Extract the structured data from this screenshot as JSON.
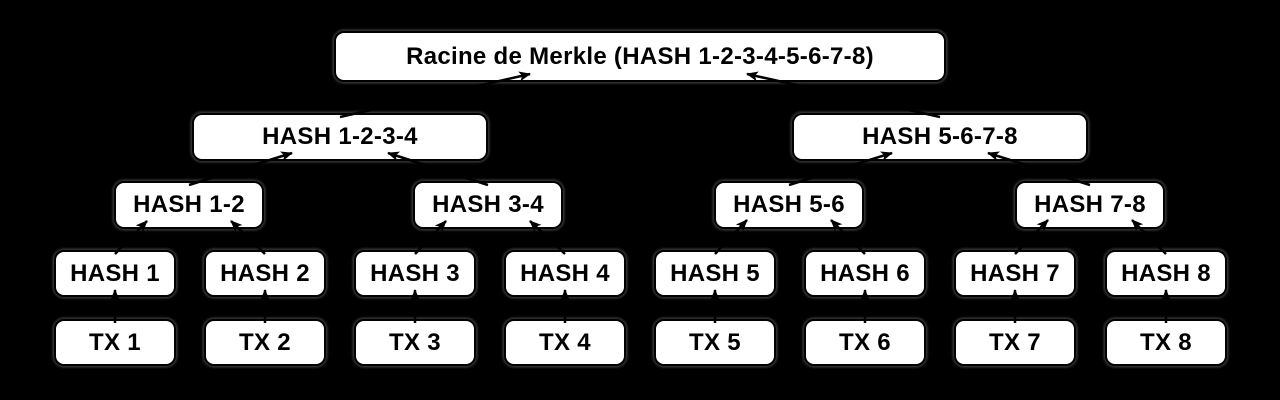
{
  "diagram": {
    "type": "merkle-tree",
    "language": "fr",
    "colors": {
      "background": "#000000",
      "node_fill": "#ffffff",
      "node_border": "#000000",
      "text": "#000000",
      "connector": "#000000"
    },
    "root": {
      "id": "root",
      "label": "Racine de Merkle (HASH 1-2-3-4-5-6-7-8)"
    },
    "level_2": [
      {
        "id": "hash-1-2-3-4",
        "label": "HASH 1-2-3-4"
      },
      {
        "id": "hash-5-6-7-8",
        "label": "HASH 5-6-7-8"
      }
    ],
    "level_3": [
      {
        "id": "hash-1-2",
        "label": "HASH 1-2"
      },
      {
        "id": "hash-3-4",
        "label": "HASH 3-4"
      },
      {
        "id": "hash-5-6",
        "label": "HASH 5-6"
      },
      {
        "id": "hash-7-8",
        "label": "HASH 7-8"
      }
    ],
    "level_4": [
      {
        "id": "hash-1",
        "label": "HASH 1"
      },
      {
        "id": "hash-2",
        "label": "HASH 2"
      },
      {
        "id": "hash-3",
        "label": "HASH 3"
      },
      {
        "id": "hash-4",
        "label": "HASH 4"
      },
      {
        "id": "hash-5",
        "label": "HASH 5"
      },
      {
        "id": "hash-6",
        "label": "HASH 6"
      },
      {
        "id": "hash-7",
        "label": "HASH 7"
      },
      {
        "id": "hash-8",
        "label": "HASH 8"
      }
    ],
    "level_5": [
      {
        "id": "tx-1",
        "label": "TX 1"
      },
      {
        "id": "tx-2",
        "label": "TX 2"
      },
      {
        "id": "tx-3",
        "label": "TX 3"
      },
      {
        "id": "tx-4",
        "label": "TX 4"
      },
      {
        "id": "tx-5",
        "label": "TX 5"
      },
      {
        "id": "tx-6",
        "label": "TX 6"
      },
      {
        "id": "tx-7",
        "label": "TX 7"
      },
      {
        "id": "tx-8",
        "label": "TX 8"
      }
    ],
    "edges": [
      [
        "hash-1-2-3-4",
        "root"
      ],
      [
        "hash-5-6-7-8",
        "root"
      ],
      [
        "hash-1-2",
        "hash-1-2-3-4"
      ],
      [
        "hash-3-4",
        "hash-1-2-3-4"
      ],
      [
        "hash-5-6",
        "hash-5-6-7-8"
      ],
      [
        "hash-7-8",
        "hash-5-6-7-8"
      ],
      [
        "hash-1",
        "hash-1-2"
      ],
      [
        "hash-2",
        "hash-1-2"
      ],
      [
        "hash-3",
        "hash-3-4"
      ],
      [
        "hash-4",
        "hash-3-4"
      ],
      [
        "hash-5",
        "hash-5-6"
      ],
      [
        "hash-6",
        "hash-5-6"
      ],
      [
        "hash-7",
        "hash-7-8"
      ],
      [
        "hash-8",
        "hash-7-8"
      ],
      [
        "tx-1",
        "hash-1"
      ],
      [
        "tx-2",
        "hash-2"
      ],
      [
        "tx-3",
        "hash-3"
      ],
      [
        "tx-4",
        "hash-4"
      ],
      [
        "tx-5",
        "hash-5"
      ],
      [
        "tx-6",
        "hash-6"
      ],
      [
        "tx-7",
        "hash-7"
      ],
      [
        "tx-8",
        "hash-8"
      ]
    ]
  }
}
